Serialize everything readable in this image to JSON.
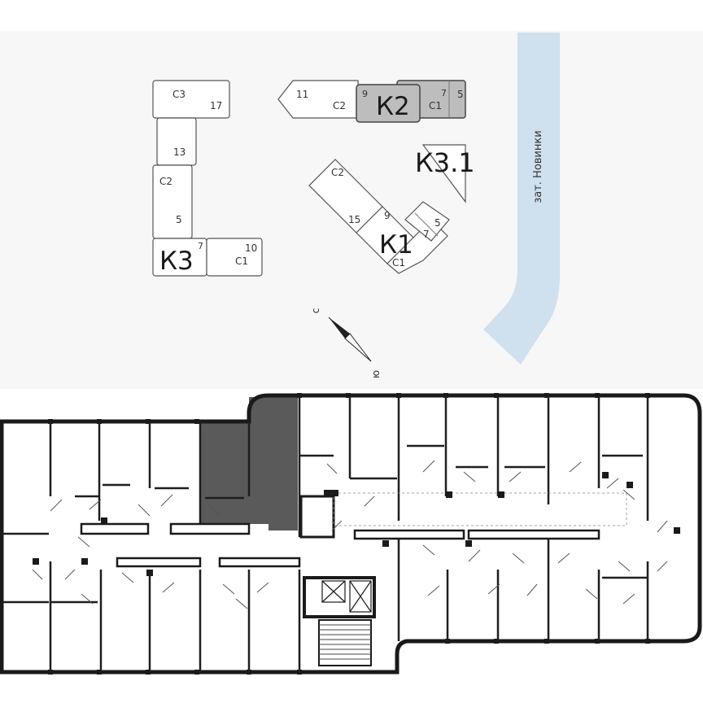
{
  "site_plan": {
    "street_label": "зат. Новинки",
    "compass": {
      "north": "с",
      "south": "ю"
    },
    "buildings": [
      {
        "name": "K3",
        "label": "К3",
        "sections": [
          "C3",
          "17",
          "13",
          "C2",
          "5",
          "7",
          "10",
          "C1"
        ]
      },
      {
        "name": "K2",
        "label": "К2",
        "highlighted": true,
        "sections": [
          "11",
          "C2",
          "9",
          "7",
          "C1",
          "5"
        ]
      },
      {
        "name": "K3.1",
        "label": "К3.1",
        "sections": []
      },
      {
        "name": "K1",
        "label": "К1",
        "sections": [
          "C2",
          "15",
          "9",
          "7",
          "5",
          "C1"
        ]
      }
    ]
  },
  "floor_plan": {
    "highlighted_apartment_color": "#5a5a5a",
    "outline_color": "#1a1a1a"
  },
  "colors": {
    "background": "#f7f7f7",
    "river": "#cfe0ee",
    "building_fill": "#ffffff",
    "highlight_building": "#bdbdbd",
    "highlight_apartment": "#5a5a5a"
  }
}
